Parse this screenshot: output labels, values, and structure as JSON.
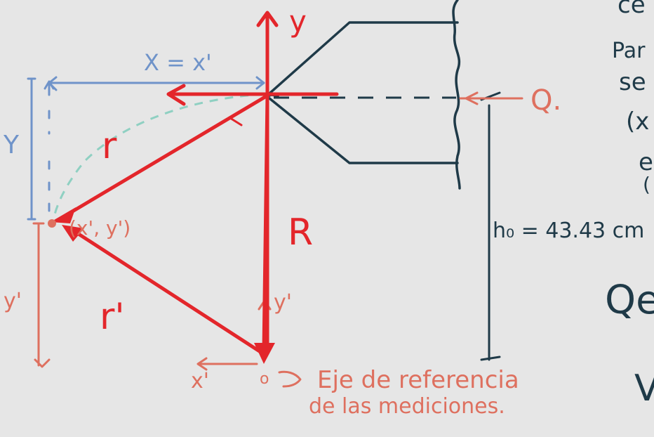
{
  "colors": {
    "background": "#e6e6e6",
    "red": "#e3262b",
    "salmon": "#de705f",
    "blue": "#6f93c9",
    "navy": "#1f3a48",
    "teal": "#8fd0c2"
  },
  "labels": {
    "y_axis": "y",
    "X_eq": "X = x'",
    "Y_cap": "Y",
    "r": "r",
    "r_prime": "r'",
    "R": "R",
    "point": "(x', y')",
    "y_prime_left": "y'",
    "y_prime_axis": "y'",
    "x_prime_axis": "x'",
    "origin": "o",
    "Q": "Q.",
    "h0": "h₀ = 43.43 cm",
    "ref_line1": "Eje de referencia",
    "ref_line2": "de las mediciones.",
    "edge_1": "ce",
    "edge_2": "Par",
    "edge_3": "se",
    "edge_4": "(x",
    "edge_5": "e",
    "edge_6": "(",
    "edge_7": "Qe",
    "edge_8": "V"
  }
}
